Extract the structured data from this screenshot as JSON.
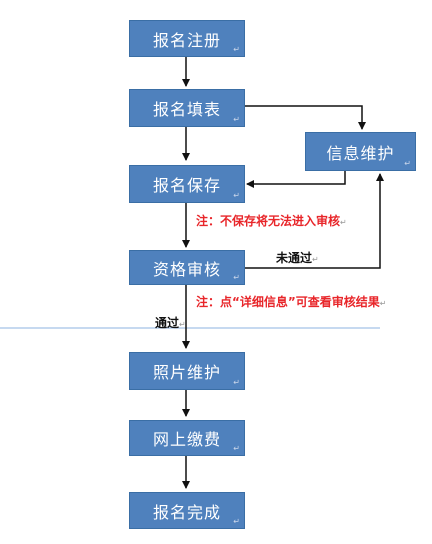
{
  "nodes": {
    "register": "报名注册",
    "fill_form": "报名填表",
    "save": "报名保存",
    "info_maintain": "信息维护",
    "review": "资格审核",
    "photo": "照片维护",
    "payment": "网上缴费",
    "complete": "报名完成"
  },
  "notes": {
    "save_warning": "注：不保存将无法进入审核",
    "detail_hint": "注：点“详细信息”可查看审核结果"
  },
  "edge_labels": {
    "not_passed": "未通过",
    "passed": "通过"
  },
  "glyphs": {
    "para_mark": "↵"
  },
  "colors": {
    "box_fill": "#4f81bd",
    "note_text": "#e8262a",
    "divider": "#8db3e2"
  }
}
